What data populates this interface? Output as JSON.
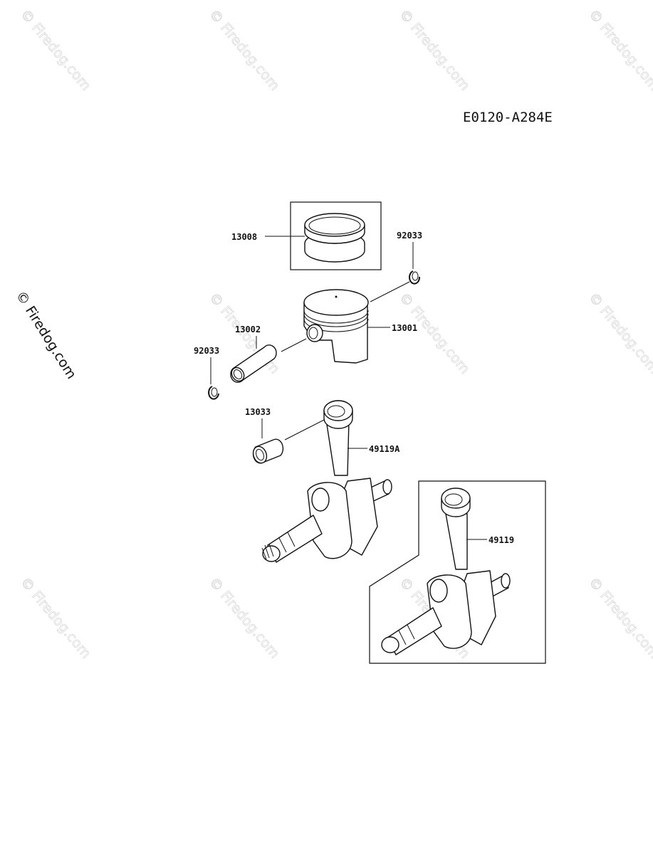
{
  "diagram_code": "E0120-A284E",
  "watermark": {
    "text": "© Firedog.com",
    "side_text": "© Firedog.com"
  },
  "parts": {
    "piston_ring_set": "13008",
    "circlip_right": "92033",
    "piston": "13001",
    "piston_pin": "13002",
    "circlip_left": "92033",
    "needle_bearing": "13033",
    "crankshaft_comp_a": "49119A",
    "crankshaft_comp": "49119"
  }
}
